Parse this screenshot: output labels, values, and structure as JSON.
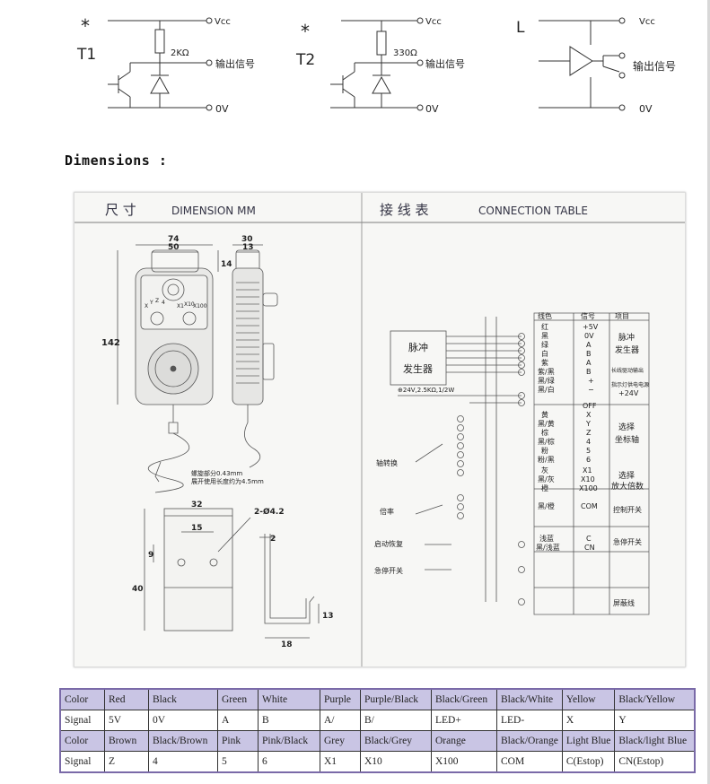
{
  "circuits": {
    "t1": {
      "marker": "*",
      "name": "T1",
      "vcc": "Vcc",
      "resistor": "2KΩ",
      "output": "输出信号",
      "ground": "0V"
    },
    "t2": {
      "marker": "*",
      "name": "T2",
      "vcc": "Vcc",
      "resistor": "330Ω",
      "output": "输出信号",
      "ground": "0V"
    },
    "l": {
      "name": "L",
      "vcc": "Vcc",
      "output": "输出信号",
      "ground": "0V"
    }
  },
  "dimensions_heading": "Dimensions :",
  "drawing": {
    "left_title_cn": "尺 寸",
    "left_title_en": "DIMENSION   MM",
    "right_title_cn": "接 线 表",
    "right_title_en": "CONNECTION  TABLE",
    "dims": {
      "w74": "74",
      "w50": "50",
      "w30": "30",
      "w13": "13",
      "h14": "14",
      "h142": "142",
      "w32": "32",
      "w15": "15",
      "hole": "2-Ø4.2",
      "t2": "2",
      "h9": "9",
      "h40": "40",
      "h13": "13",
      "w18": "18"
    },
    "selector_labels": [
      "X",
      "Y",
      "Z",
      "4",
      "X1",
      "X10",
      "X100"
    ],
    "cable_note_1": "螺旋部分0.43mm",
    "cable_note_2": "展开使用长度约为4.5mm",
    "ct_headers": {
      "color": "线色",
      "signal": "信号",
      "item": "项目"
    },
    "ct_rows": [
      {
        "color": "红",
        "signal": "+5V"
      },
      {
        "color": "黑",
        "signal": "0V"
      },
      {
        "color": "绿",
        "signal": "A"
      },
      {
        "color": "白",
        "signal": "B"
      },
      {
        "color": "紫",
        "signal": "A"
      },
      {
        "color": "紫/黑",
        "signal": "B"
      },
      {
        "color": "黑/绿",
        "signal": "+"
      },
      {
        "color": "黑/白",
        "signal": "−"
      },
      {
        "color": "",
        "signal": "OFF"
      },
      {
        "color": "黄",
        "signal": "X"
      },
      {
        "color": "黑/黄",
        "signal": "Y"
      },
      {
        "color": "棕",
        "signal": "Z"
      },
      {
        "color": "黑/棕",
        "signal": "4"
      },
      {
        "color": "粉",
        "signal": "5"
      },
      {
        "color": "粉/黑",
        "signal": "6"
      },
      {
        "color": "灰",
        "signal": "X1"
      },
      {
        "color": "黑/灰",
        "signal": "X10"
      },
      {
        "color": "橙",
        "signal": "X100"
      },
      {
        "color": "黑/橙",
        "signal": "COM"
      },
      {
        "color": "浅蓝",
        "signal": "C"
      },
      {
        "color": "黑/浅蓝",
        "signal": "CN"
      }
    ],
    "ct_items": {
      "pulse1": "脉冲",
      "pulse2": "发生器",
      "diff": "长线驱动输出",
      "lamp1": "指示灯供电电源",
      "lamp2": "+24V",
      "axis1": "选择",
      "axis2": "坐标轴",
      "mult1": "选择",
      "mult2": "放大倍数",
      "ctrl": "控制开关",
      "estop": "急停开关",
      "shield": "屏蔽线"
    },
    "ct_left": {
      "gen1": "脉冲",
      "gen2": "发生器",
      "led_spec": "⊕24V,2.5KΩ,1/2W",
      "axis_switch": "轴转换",
      "rate": "倍率",
      "restart": "启动恢复",
      "estop": "急停开关"
    }
  },
  "signal_table": {
    "rows": [
      {
        "type": "hdr",
        "cells": [
          "Color",
          "Red",
          "Black",
          "Green",
          "White",
          "Purple",
          "Purple/Black",
          "Black/Green",
          "Black/White",
          "Yellow",
          "Black/Yellow"
        ]
      },
      {
        "type": "val",
        "cells": [
          "Signal",
          "5V",
          "0V",
          "A",
          "B",
          "A/",
          "B/",
          "LED+",
          "LED-",
          "X",
          "Y"
        ]
      },
      {
        "type": "hdr",
        "cells": [
          "Color",
          "Brown",
          "Black/Brown",
          "Pink",
          "Pink/Black",
          "Grey",
          "Black/Grey",
          "Orange",
          "Black/Orange",
          "Light Blue",
          "Black/light Blue"
        ]
      },
      {
        "type": "val",
        "cells": [
          "Signal",
          "Z",
          "4",
          "5",
          "6",
          "X1",
          "X10",
          "X100",
          "COM",
          "C(Estop)",
          "CN(Estop)"
        ]
      }
    ]
  }
}
